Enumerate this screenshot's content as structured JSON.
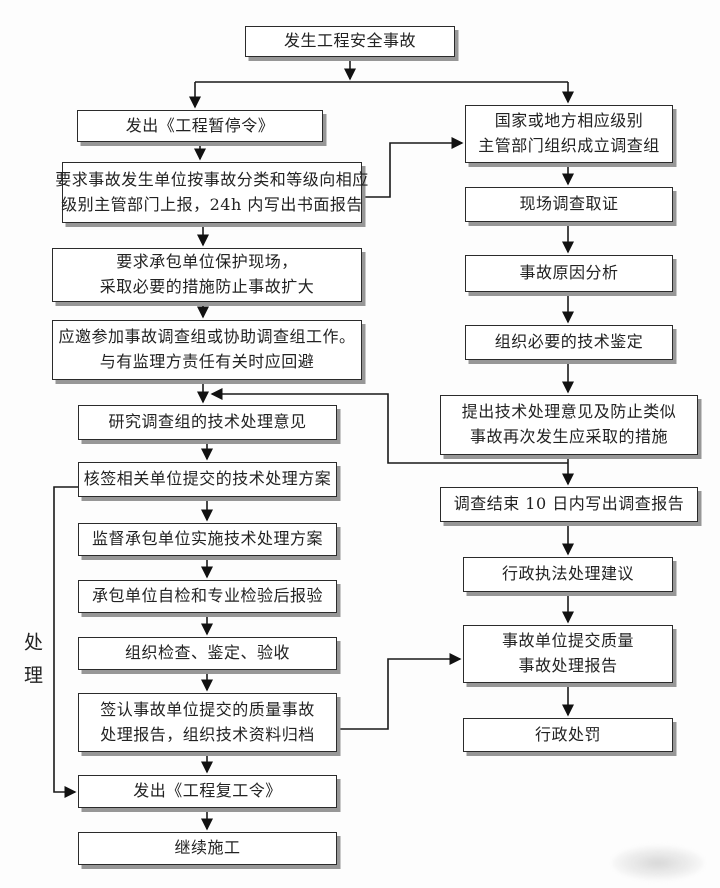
{
  "diagram_type": "flowchart",
  "side_label": "处理",
  "colors": {
    "background": "#fdfdfd",
    "box_fill": "#ffffff",
    "box_border": "#2b2b2b",
    "box_shadow": "#979797",
    "line": "#1a1a1a",
    "text": "#222222"
  },
  "nodes": {
    "start": {
      "line1": "发生工程安全事故"
    },
    "suspend_order": {
      "line1": "发出《工程暂停令》"
    },
    "report_24h": {
      "line1": "要求事故发生单位按事故分类和等级向相应",
      "line2": "级别主管部门上报，24h 内写出书面报告"
    },
    "protect_site": {
      "line1": "要求承包单位保护现场，",
      "line2": "采取必要的措施防止事故扩大"
    },
    "join_investigation": {
      "line1": "应邀参加事故调查组或协助调查组工作。",
      "line2": "与有监理方责任有关时应回避"
    },
    "study_opinions": {
      "line1": "研究调查组的技术处理意见"
    },
    "countersign_plan": {
      "line1": "核签相关单位提交的技术处理方案"
    },
    "supervise_implementation": {
      "line1": "监督承包单位实施技术处理方案"
    },
    "contractor_selfcheck": {
      "line1": "承包单位自检和专业检验后报验"
    },
    "organize_inspection": {
      "line1": "组织检查、鉴定、验收"
    },
    "sign_report_archive": {
      "line1": "签认事故单位提交的质量事故",
      "line2": "处理报告，组织技术资料归档"
    },
    "resume_order": {
      "line1": "发出《工程复工令》"
    },
    "continue_construction": {
      "line1": "继续施工"
    },
    "setup_investigation_team": {
      "line1": "国家或地方相应级别",
      "line2": "主管部门组织成立调查组"
    },
    "site_evidence": {
      "line1": "现场调查取证"
    },
    "cause_analysis": {
      "line1": "事故原因分析"
    },
    "technical_appraisal": {
      "line1": "组织必要的技术鉴定"
    },
    "propose_measures": {
      "line1": "提出技术处理意见及防止类似",
      "line2": "事故再次发生应采取的措施"
    },
    "investigation_report_10d": {
      "line1": "调查结束 10 日内写出调查报告"
    },
    "enforcement_suggestion": {
      "line1": "行政执法处理建议"
    },
    "submit_quality_report": {
      "line1": "事故单位提交质量",
      "line2": "事故处理报告"
    },
    "administrative_penalty": {
      "line1": "行政处罚"
    }
  },
  "edges": [
    {
      "from": "start",
      "to": "suspend_order"
    },
    {
      "from": "start",
      "to": "setup_investigation_team"
    },
    {
      "from": "suspend_order",
      "to": "report_24h"
    },
    {
      "from": "report_24h",
      "to": "protect_site"
    },
    {
      "from": "report_24h",
      "to": "setup_investigation_team"
    },
    {
      "from": "protect_site",
      "to": "join_investigation"
    },
    {
      "from": "join_investigation",
      "to": "study_opinions"
    },
    {
      "from": "study_opinions",
      "to": "countersign_plan"
    },
    {
      "from": "countersign_plan",
      "to": "supervise_implementation"
    },
    {
      "from": "countersign_plan",
      "to": "resume_order"
    },
    {
      "from": "supervise_implementation",
      "to": "contractor_selfcheck"
    },
    {
      "from": "contractor_selfcheck",
      "to": "organize_inspection"
    },
    {
      "from": "organize_inspection",
      "to": "sign_report_archive"
    },
    {
      "from": "sign_report_archive",
      "to": "resume_order"
    },
    {
      "from": "sign_report_archive",
      "to": "submit_quality_report"
    },
    {
      "from": "resume_order",
      "to": "continue_construction"
    },
    {
      "from": "setup_investigation_team",
      "to": "site_evidence"
    },
    {
      "from": "site_evidence",
      "to": "cause_analysis"
    },
    {
      "from": "cause_analysis",
      "to": "technical_appraisal"
    },
    {
      "from": "technical_appraisal",
      "to": "propose_measures"
    },
    {
      "from": "propose_measures",
      "to": "investigation_report_10d"
    },
    {
      "from": "propose_measures",
      "to": "study_opinions"
    },
    {
      "from": "investigation_report_10d",
      "to": "enforcement_suggestion"
    },
    {
      "from": "enforcement_suggestion",
      "to": "submit_quality_report"
    },
    {
      "from": "submit_quality_report",
      "to": "administrative_penalty"
    }
  ]
}
